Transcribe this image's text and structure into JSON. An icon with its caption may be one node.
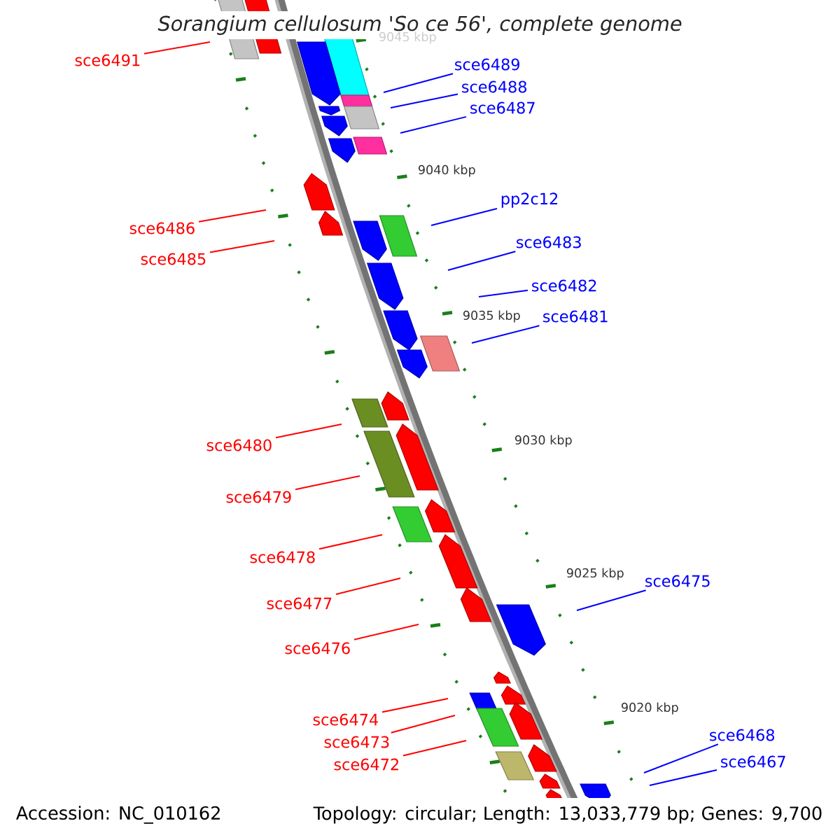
{
  "diagram": {
    "title": "Sorangium cellulosum 'So ce 56', complete genome",
    "nodes": [
      {
        "text": [
          "sce6491"
        ]
      },
      {
        "text": [
          "sce6489"
        ]
      },
      {
        "text": [
          "sce6488"
        ]
      },
      {
        "text": [
          "sce6487"
        ]
      },
      {
        "text": [
          "pp2c12"
        ]
      },
      {
        "text": [
          "sce6486"
        ]
      },
      {
        "text": [
          "sce6483"
        ]
      },
      {
        "text": [
          "sce6485"
        ]
      },
      {
        "text": [
          "sce6482"
        ]
      },
      {
        "text": [
          "sce6481"
        ]
      },
      {
        "text": [
          "sce6480"
        ]
      },
      {
        "text": [
          "sce6479"
        ]
      },
      {
        "text": [
          "sce6478"
        ]
      },
      {
        "text": [
          "sce6475"
        ]
      },
      {
        "text": [
          "sce6477"
        ]
      },
      {
        "text": [
          "sce6476"
        ]
      },
      {
        "text": [
          "sce6474"
        ]
      },
      {
        "text": [
          "sce6468"
        ]
      },
      {
        "text": [
          "sce6473"
        ]
      },
      {
        "text": [
          "sce6467"
        ]
      },
      {
        "text": [
          "sce6472"
        ]
      }
    ],
    "edges": [
      {
        "from": 0,
        "to": null,
        "arrow": "none"
      },
      {
        "from": 1,
        "to": null,
        "arrow": "none",
        "color": "#0000ff"
      },
      {
        "from": 2,
        "to": null,
        "arrow": "none",
        "color": "#0000ff"
      },
      {
        "from": 3,
        "to": null,
        "arrow": "none",
        "color": "#0000ff"
      },
      {
        "from": 4,
        "to": null,
        "arrow": "none",
        "color": "#0000ff"
      },
      {
        "from": 5,
        "to": null,
        "arrow": "none"
      },
      {
        "from": 6,
        "to": null,
        "arrow": "none",
        "color": "#0000ff"
      },
      {
        "from": 7,
        "to": null,
        "arrow": "none"
      },
      {
        "from": 8,
        "to": null,
        "arrow": "none",
        "color": "#0000ff"
      },
      {
        "from": 9,
        "to": null,
        "arrow": "none",
        "color": "#0000ff"
      },
      {
        "from": 10,
        "to": null,
        "arrow": "none"
      },
      {
        "from": 11,
        "to": null,
        "arrow": "none"
      },
      {
        "from": 12,
        "to": null,
        "arrow": "none"
      },
      {
        "from": 13,
        "to": null,
        "arrow": "none",
        "color": "#0000ff"
      },
      {
        "from": 14,
        "to": null,
        "arrow": "none"
      },
      {
        "from": 15,
        "to": null,
        "arrow": "none"
      },
      {
        "from": 16,
        "to": null,
        "arrow": "none"
      },
      {
        "from": 17,
        "to": null,
        "arrow": "none",
        "color": "#0000ff"
      },
      {
        "from": 18,
        "to": null,
        "arrow": "none"
      },
      {
        "from": 19,
        "to": null,
        "arrow": "none",
        "color": "#0000ff"
      },
      {
        "from": 20,
        "to": null,
        "arrow": "none"
      }
    ],
    "labels": [
      "9045 kbp",
      "9040 kbp",
      "9035 kbp",
      "9030 kbp",
      "9025 kbp",
      "9020 kbp",
      "Accession: NC_010162",
      "Topology: circular; Length: 13,033,779 bp; Genes: 9,700"
    ]
  }
}
